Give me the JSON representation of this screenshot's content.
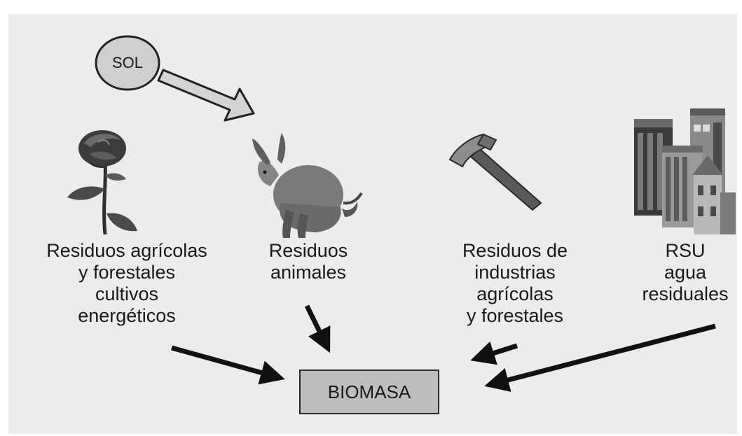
{
  "sol": "SOL",
  "sources": [
    {
      "lines": [
        "Residuos agrícolas",
        "y forestales",
        "cultivos",
        "energéticos"
      ]
    },
    {
      "lines": [
        "Residuos",
        "animales"
      ]
    },
    {
      "lines": [
        "Residuos de",
        "industrias",
        "agrícolas",
        "y forestales"
      ]
    },
    {
      "lines": [
        "RSU",
        "agua",
        "residuales"
      ]
    }
  ],
  "target": "BIOMASA",
  "icons": [
    "rose-icon",
    "donkey-icon",
    "hammer-icon",
    "buildings-icon"
  ],
  "colors": {
    "background": "#ececec",
    "box_fill": "#bdbdbd",
    "arrow": "#111111",
    "sun_fill": "#cfcfcf"
  }
}
